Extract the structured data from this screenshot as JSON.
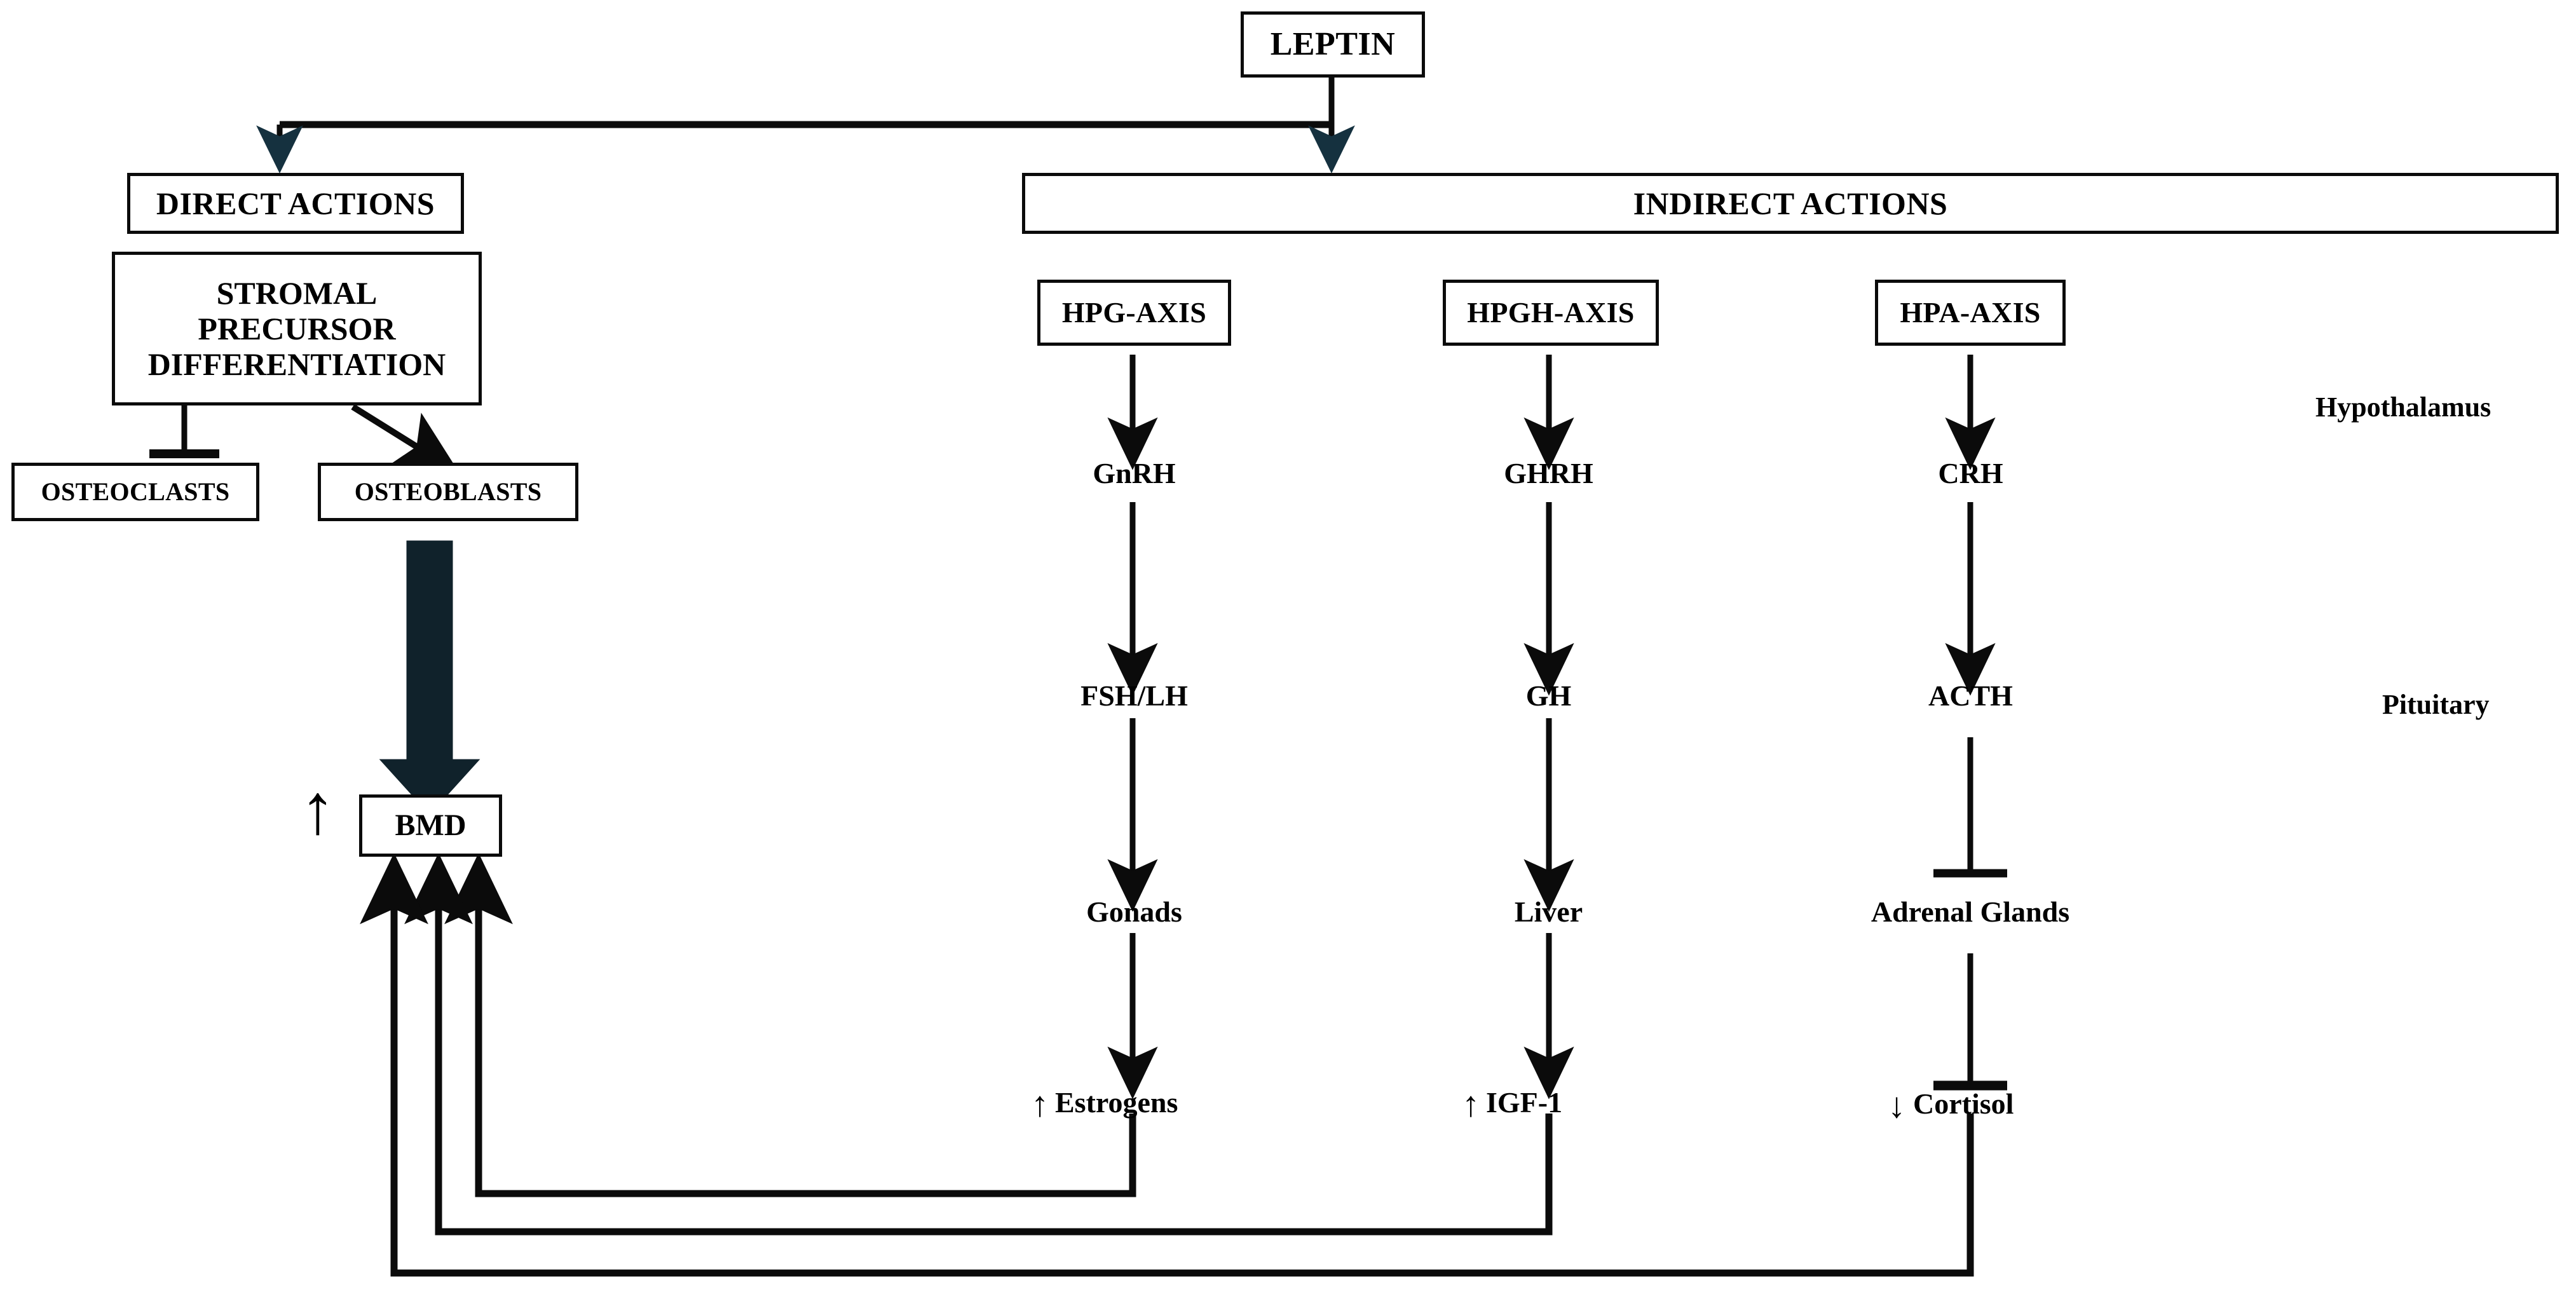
{
  "diagram": {
    "title_node": "LEPTIN",
    "sections": {
      "direct": "DIRECT ACTIONS",
      "indirect": "INDIRECT ACTIONS"
    },
    "direct_branch": {
      "stromal_box": "STROMAL PRECURSOR DIFFERENTIATION",
      "stromal_lines": [
        "STROMAL",
        "PRECURSOR",
        "DIFFERENTIATION"
      ],
      "osteoclasts": "OSTEOCLASTS",
      "osteoblasts": "OSTEOBLASTS",
      "bmd": "BMD",
      "bmd_change_icon": "up-arrow"
    },
    "axes": [
      {
        "name": "HPG-AXIS",
        "hypothalamus_hormone": "GnRH",
        "pituitary_hormone": "FSH/LH",
        "target_organ": "Gonads",
        "output": "Estrogens",
        "output_direction": "up",
        "edges": [
          "arrow",
          "arrow",
          "arrow",
          "arrow"
        ]
      },
      {
        "name": "HPGH-AXIS",
        "hypothalamus_hormone": "GHRH",
        "pituitary_hormone": "GH",
        "target_organ": "Liver",
        "output": "IGF-1",
        "output_direction": "up",
        "edges": [
          "arrow",
          "arrow",
          "arrow",
          "arrow"
        ]
      },
      {
        "name": "HPA-AXIS",
        "hypothalamus_hormone": "CRH",
        "pituitary_hormone": "ACTH",
        "target_organ": "Adrenal Glands",
        "output": "Cortisol",
        "output_direction": "down",
        "edges": [
          "arrow",
          "arrow",
          "inhibit",
          "inhibit"
        ]
      }
    ],
    "side_labels": {
      "hypothalamus": "Hypothalamus",
      "pituitary": "Pituitary"
    },
    "glyphs": {
      "up_arrow": "↑",
      "down_arrow": "↓"
    },
    "colors": {
      "stroke": "#0b0b0b",
      "fill": "#ffffff",
      "accent_arrowhead": "#15313f"
    }
  }
}
